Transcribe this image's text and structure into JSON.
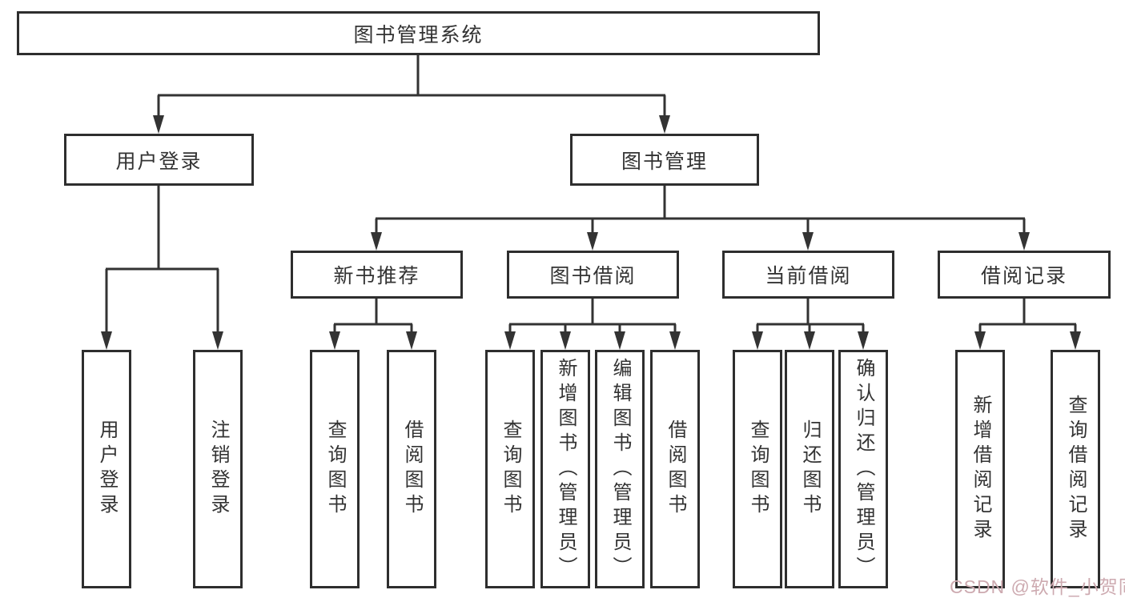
{
  "diagram_title": "图书管理系统",
  "tree": {
    "label": "图书管理系统",
    "children": [
      {
        "label": "用户登录",
        "children": [
          {
            "label": "用户登录"
          },
          {
            "label": "注销登录"
          }
        ]
      },
      {
        "label": "图书管理",
        "children": [
          {
            "label": "新书推荐",
            "children": [
              {
                "label": "查询图书"
              },
              {
                "label": "借阅图书"
              }
            ]
          },
          {
            "label": "图书借阅",
            "children": [
              {
                "label": "查询图书"
              },
              {
                "label": "新增图书（管理员）"
              },
              {
                "label": "编辑图书（管理员）"
              },
              {
                "label": "借阅图书"
              }
            ]
          },
          {
            "label": "当前借阅",
            "children": [
              {
                "label": "查询图书"
              },
              {
                "label": "归还图书"
              },
              {
                "label": "确认归还（管理员）"
              }
            ]
          },
          {
            "label": "借阅记录",
            "children": [
              {
                "label": "新增借阅记录"
              },
              {
                "label": "查询借阅记录"
              }
            ]
          }
        ]
      }
    ]
  },
  "watermark": {
    "text": "CSDN @软件_小贺同学"
  },
  "colors": {
    "line": "#333333",
    "box_border": "#2e2e2e",
    "text": "#333333",
    "background": "#ffffff",
    "watermark": "#cdaab0"
  }
}
